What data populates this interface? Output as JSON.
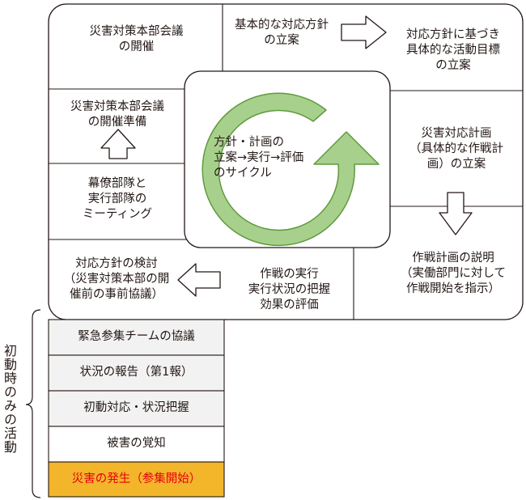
{
  "colors": {
    "border": "#231815",
    "arrow_fill": "#ffffff",
    "cycle_fill": "#a8d08d",
    "cycle_stroke": "#5f9a3c",
    "row_shade": "#f2f2f2",
    "highlight_fill": "#f3b52a",
    "highlight_text": "#e60012"
  },
  "cells": {
    "hold_meeting": "災害対策本部会議\nの開催",
    "basic_policy": "基本的な対応方針\nの立案",
    "specific_goals": "対応方針に基づき\n具体的な活動目標\nの立案",
    "prepare_meeting": "災害対策本部会議\nの開催準備",
    "response_plan": "災害対応計画\n（具体的な作戦計\n画）の立案",
    "staff_meeting": "幕僚部隊と\n実行部隊の\nミーティング",
    "explain_plan": "作戦計画の説明\n（実働部門に対して\n作戦開始を指示）",
    "review_policy": "対応方針の検討\n（災害対策本部の開\n催前の事前協議）",
    "execute": "作戦の実行\n実行状況の把握\n効果の評価"
  },
  "center_label": "方針・計画の\n立案→実行→評価\nのサイクル",
  "initial_steps": [
    "緊急参集チームの協議",
    "状況の報告（第1報）",
    "初動対応・状況把握",
    "被害の覚知",
    "災害の発生（参集開始）"
  ],
  "bracket_label": "初動時のみの活動"
}
